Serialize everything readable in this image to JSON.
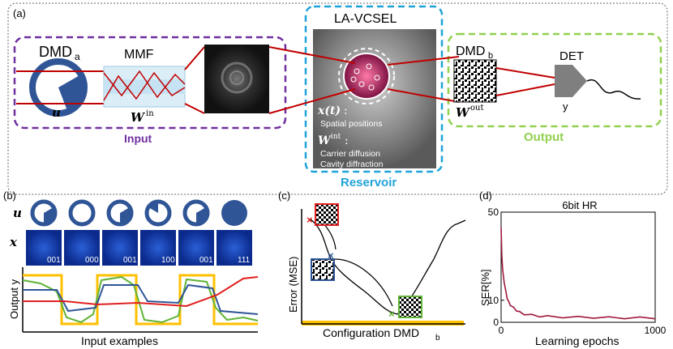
{
  "panel_a": {
    "label": "(a)",
    "dmd_a": "DMD",
    "dmd_a_sub": "a",
    "u": "u",
    "mmf": "MMF",
    "w_in": "W",
    "w_in_sup": "in",
    "input_label": "Input",
    "vcsel_title": "LA-VCSEL",
    "x_t": "x(t)",
    "x_t_colon": ":",
    "spatial": "Spatial positions",
    "w_int": "W",
    "w_int_sup": "int",
    "w_int_colon": ":",
    "carrier": "Carrier diffusion",
    "cavity": "Cavity diffraction",
    "reservoir_label": "Reservoir",
    "dmd_b": "DMD",
    "dmd_b_sub": "b",
    "w_out": "W",
    "w_out_sup": "out",
    "det": "DET",
    "y": "y",
    "output_label": "Output",
    "colors": {
      "input": "#7030a0",
      "reservoir": "#1fa3d8",
      "output": "#92d050"
    }
  },
  "panel_b": {
    "label": "(b)",
    "u": "u",
    "x": "x",
    "tiles": [
      "001",
      "000",
      "001",
      "100",
      "001",
      "111"
    ],
    "ylabel": "Output y",
    "xlabel": "Input examples"
  },
  "panel_c": {
    "label": "(c)",
    "ylabel": "Error (MSE)",
    "xlabel": "Configuration DMD",
    "xlabel_sub": "b"
  },
  "panel_d": {
    "label": "(d)",
    "chart_data": {
      "type": "line",
      "title": "6bit HR",
      "xlabel": "Learning epochs",
      "ylabel": "SER[%]",
      "xlim": [
        0,
        1000
      ],
      "ylim": [
        0,
        50
      ],
      "xticks": [
        "0",
        "1000"
      ],
      "yticks": [
        "0",
        "10",
        "50"
      ],
      "series": [
        {
          "color": "#a0183c",
          "x": [
            0,
            5,
            10,
            20,
            30,
            40,
            50,
            60,
            80,
            100,
            120,
            150,
            200,
            250,
            300,
            400,
            500,
            600,
            700,
            800,
            900,
            1000
          ],
          "values": [
            43,
            30,
            24,
            18,
            14,
            11,
            9,
            8,
            6.5,
            5.5,
            4.5,
            3.8,
            3.2,
            2.8,
            2.6,
            2.4,
            2.3,
            2.2,
            2.1,
            2.0,
            2.0,
            2.0
          ]
        }
      ]
    }
  }
}
